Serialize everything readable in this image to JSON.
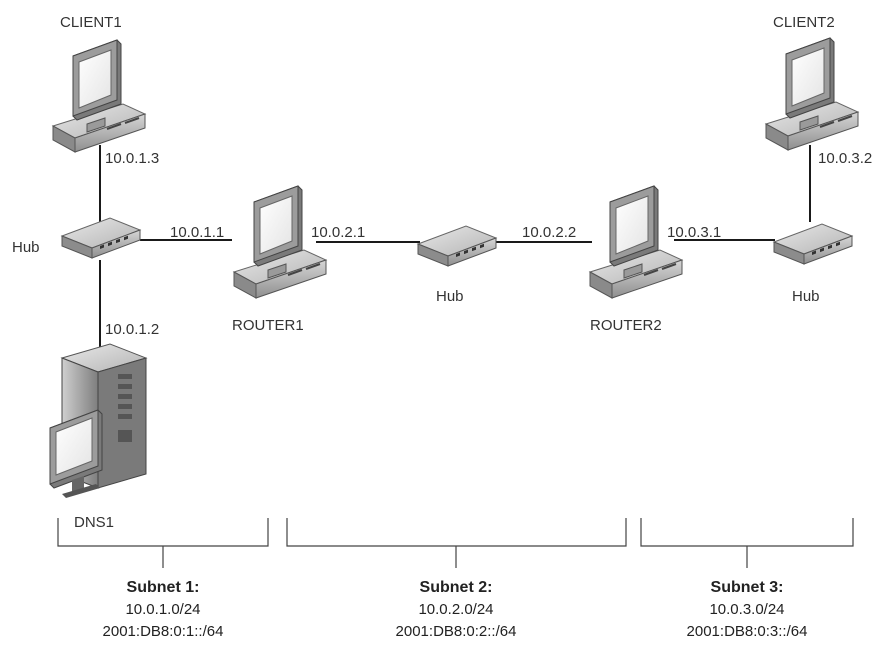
{
  "nodes": {
    "client1": "CLIENT1",
    "client2": "CLIENT2",
    "router1": "ROUTER1",
    "router2": "ROUTER2",
    "dns1": "DNS1",
    "hub1": "Hub",
    "hub2": "Hub",
    "hub3": "Hub"
  },
  "addresses": {
    "client1": "10.0.1.3",
    "dns1": "10.0.1.2",
    "router1_left": "10.0.1.1",
    "router1_right": "10.0.2.1",
    "router2_left": "10.0.2.2",
    "router2_right": "10.0.3.1",
    "client2": "10.0.3.2"
  },
  "subnets": [
    {
      "title": "Subnet 1:",
      "ipv4": "10.0.1.0/24",
      "ipv6": "2001:DB8:0:1::/64"
    },
    {
      "title": "Subnet 2:",
      "ipv4": "10.0.2.0/24",
      "ipv6": "2001:DB8:0:2::/64"
    },
    {
      "title": "Subnet 3:",
      "ipv4": "10.0.3.0/24",
      "ipv6": "2001:DB8:0:3::/64"
    }
  ]
}
